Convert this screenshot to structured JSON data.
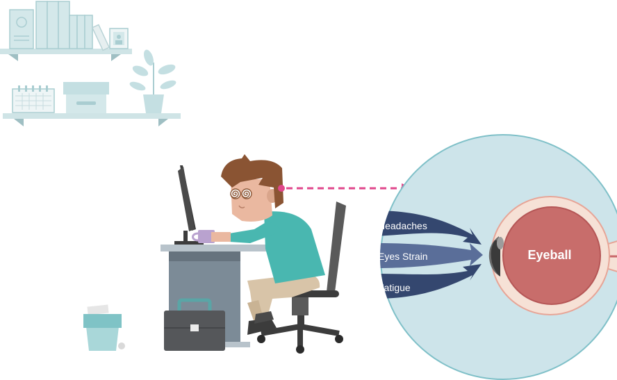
{
  "labels": {
    "eyeball": "Eyeball",
    "arrows": [
      "Headaches",
      "Eyes Strain",
      "Fatigue"
    ]
  },
  "colors": {
    "circle_fill": "#cde4ea",
    "circle_stroke": "#7fc0c8",
    "eye_outer": "#f6e1d6",
    "eye_inner": "#c86d6b",
    "eye_border": "#d4807a",
    "arrow_dark": "#34476f",
    "arrow_mid": "#5a6e99",
    "dashed_line": "#e0478b",
    "shelf": "#cfe4e6",
    "shirt": "#49b7b0",
    "pants": "#d8c4a8",
    "desk": "#7c8b97",
    "chair": "#4a4a4a",
    "hair": "#8a5433",
    "skin": "#eab8a0"
  },
  "icons": [
    "bookshelf-icon",
    "books-icon",
    "calendar-icon",
    "storage-box-icon",
    "plant-icon",
    "monitor-icon",
    "mug-icon",
    "briefcase-icon",
    "trash-bin-icon",
    "office-chair-icon",
    "tired-man-icon",
    "eyeball-icon"
  ]
}
